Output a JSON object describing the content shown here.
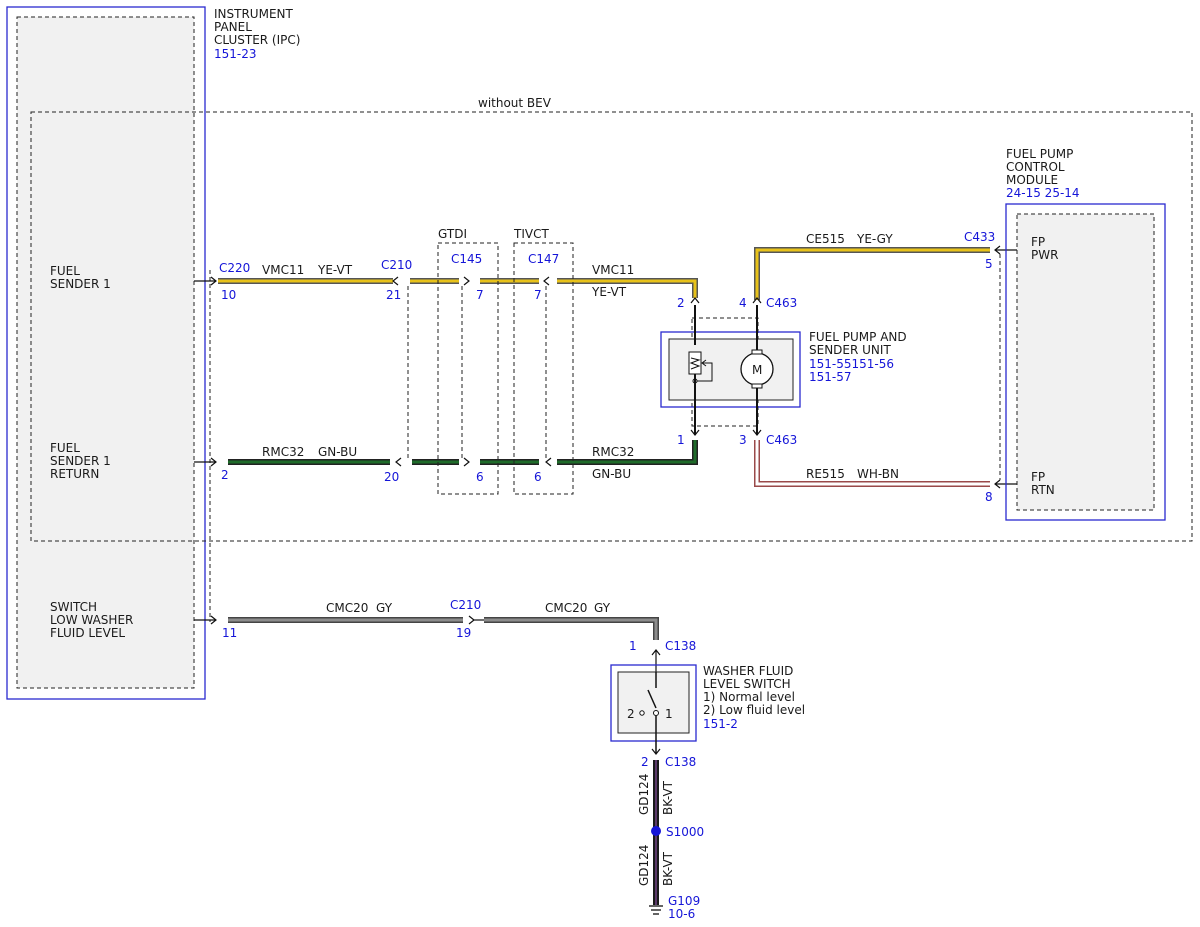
{
  "ipc": {
    "title": [
      "INSTRUMENT",
      "PANEL",
      "CLUSTER (IPC)"
    ],
    "ref": "151-23",
    "pins": {
      "fuel_sender": [
        "FUEL",
        "SENDER 1"
      ],
      "fuel_sender_return": [
        "FUEL",
        "SENDER 1",
        "RETURN"
      ],
      "switch_low_washer": [
        "SWITCH",
        "LOW WASHER",
        "FLUID LEVEL"
      ]
    }
  },
  "without_bev": "without BEV",
  "gtdi": "GTDI",
  "tivct": "TIVCT",
  "fpcm": {
    "title": [
      "FUEL PUMP",
      "CONTROL",
      "MODULE"
    ],
    "ref": "24-15 25-14",
    "pwr": [
      "FP",
      "PWR"
    ],
    "rtn": [
      "FP",
      "RTN"
    ]
  },
  "fuel_pump_unit": {
    "title": [
      "FUEL PUMP AND",
      "SENDER UNIT"
    ],
    "refs": [
      "151-55151-56",
      "151-57"
    ],
    "motor": "M"
  },
  "washer_switch": {
    "title": [
      "WASHER FLUID",
      "LEVEL SWITCH"
    ],
    "states": [
      "1) Normal level",
      "2) Low fluid level"
    ],
    "ref": "151-2",
    "pos2": "2",
    "pos1": "1"
  },
  "connectors": {
    "c220": "C220",
    "c210": "C210",
    "c145": "C145",
    "c147": "C147",
    "c463": "C463",
    "c433": "C433",
    "c138": "C138",
    "s1000": "S1000",
    "g109": "G109",
    "g109_ref": "10-6"
  },
  "pins": {
    "p10": "10",
    "p21": "21",
    "p7a": "7",
    "p7b": "7",
    "p2": "2",
    "p4": "4",
    "p5": "5",
    "p1": "1",
    "p3": "3",
    "p8": "8",
    "p2ret": "2",
    "p20": "20",
    "p6a": "6",
    "p6b": "6",
    "p11": "11",
    "p19": "19",
    "p1sw": "1",
    "p2sw": "2"
  },
  "wires": {
    "vmc11_a": "VMC11",
    "vmc11_a_color": "YE-VT",
    "vmc11_b": "VMC11",
    "vmc11_b_color": "YE-VT",
    "rmc32_a": "RMC32",
    "rmc32_a_color": "GN-BU",
    "rmc32_b": "RMC32",
    "rmc32_b_color": "GN-BU",
    "ce515": "CE515",
    "ce515_color": "YE-GY",
    "re515": "RE515",
    "re515_color": "WH-BN",
    "cmc20_a": "CMC20",
    "cmc20_a_color": "GY",
    "cmc20_b": "CMC20",
    "cmc20_b_color": "GY",
    "gd124_a": "GD124",
    "gd124_a_color": "BK-VT",
    "gd124_b": "GD124",
    "gd124_b_color": "BK-VT"
  },
  "colors": {
    "yellow": "#e8c21a",
    "green": "#1f6b2a",
    "gray": "#7a7a7a",
    "white_brown": "#c23b3b",
    "black": "#111111",
    "blue": "#1515d8"
  }
}
